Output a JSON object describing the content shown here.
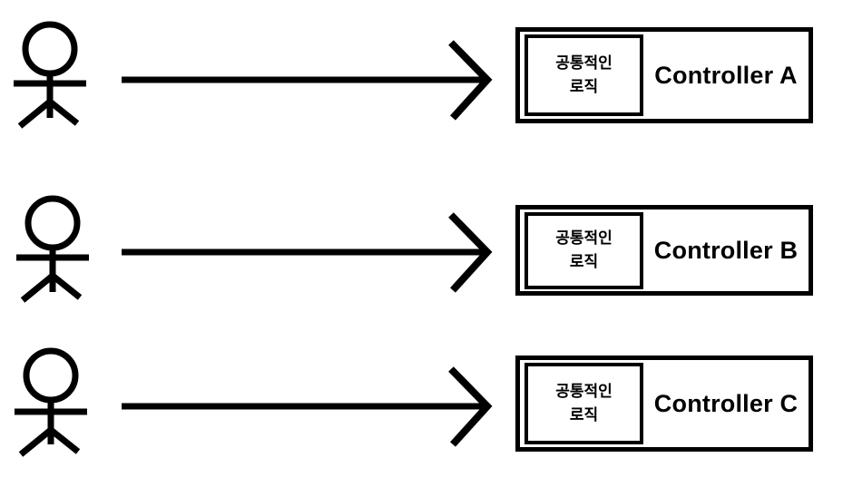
{
  "diagram": {
    "type": "actor-controller-flow",
    "background_color": "#ffffff",
    "stroke_color": "#000000",
    "rows": [
      {
        "actor_name": "user-actor",
        "arrow_name": "request-arrow",
        "inner_box_lines": [
          "공통적인",
          "로직"
        ],
        "controller_label": "Controller A"
      },
      {
        "actor_name": "user-actor",
        "arrow_name": "request-arrow",
        "inner_box_lines": [
          "공통적인",
          "로직"
        ],
        "controller_label": "Controller B"
      },
      {
        "actor_name": "user-actor",
        "arrow_name": "request-arrow",
        "inner_box_lines": [
          "공통적인",
          "로직"
        ],
        "controller_label": "Controller C"
      }
    ]
  }
}
